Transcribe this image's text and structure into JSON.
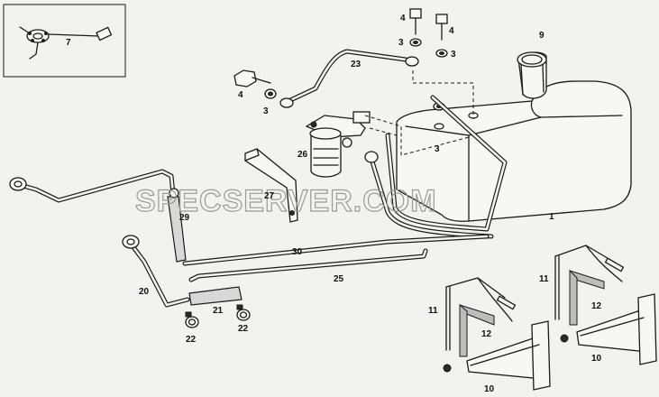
{
  "watermark": "SPECSERVER.COM",
  "callouts": [
    {
      "id": "1",
      "label": "1"
    },
    {
      "id": "3a",
      "label": "3"
    },
    {
      "id": "3b",
      "label": "3"
    },
    {
      "id": "3c",
      "label": "3"
    },
    {
      "id": "3d",
      "label": "3"
    },
    {
      "id": "4a",
      "label": "4"
    },
    {
      "id": "4b",
      "label": "4"
    },
    {
      "id": "4c",
      "label": "4"
    },
    {
      "id": "7",
      "label": "7"
    },
    {
      "id": "9",
      "label": "9"
    },
    {
      "id": "10a",
      "label": "10"
    },
    {
      "id": "10b",
      "label": "10"
    },
    {
      "id": "11a",
      "label": "11"
    },
    {
      "id": "11b",
      "label": "11"
    },
    {
      "id": "12a",
      "label": "12"
    },
    {
      "id": "12b",
      "label": "12"
    },
    {
      "id": "20",
      "label": "20"
    },
    {
      "id": "21",
      "label": "21"
    },
    {
      "id": "22a",
      "label": "22"
    },
    {
      "id": "22b",
      "label": "22"
    },
    {
      "id": "23",
      "label": "23"
    },
    {
      "id": "25",
      "label": "25"
    },
    {
      "id": "26",
      "label": "26"
    },
    {
      "id": "27",
      "label": "27"
    },
    {
      "id": "29",
      "label": "29"
    },
    {
      "id": "30",
      "label": "30"
    }
  ]
}
